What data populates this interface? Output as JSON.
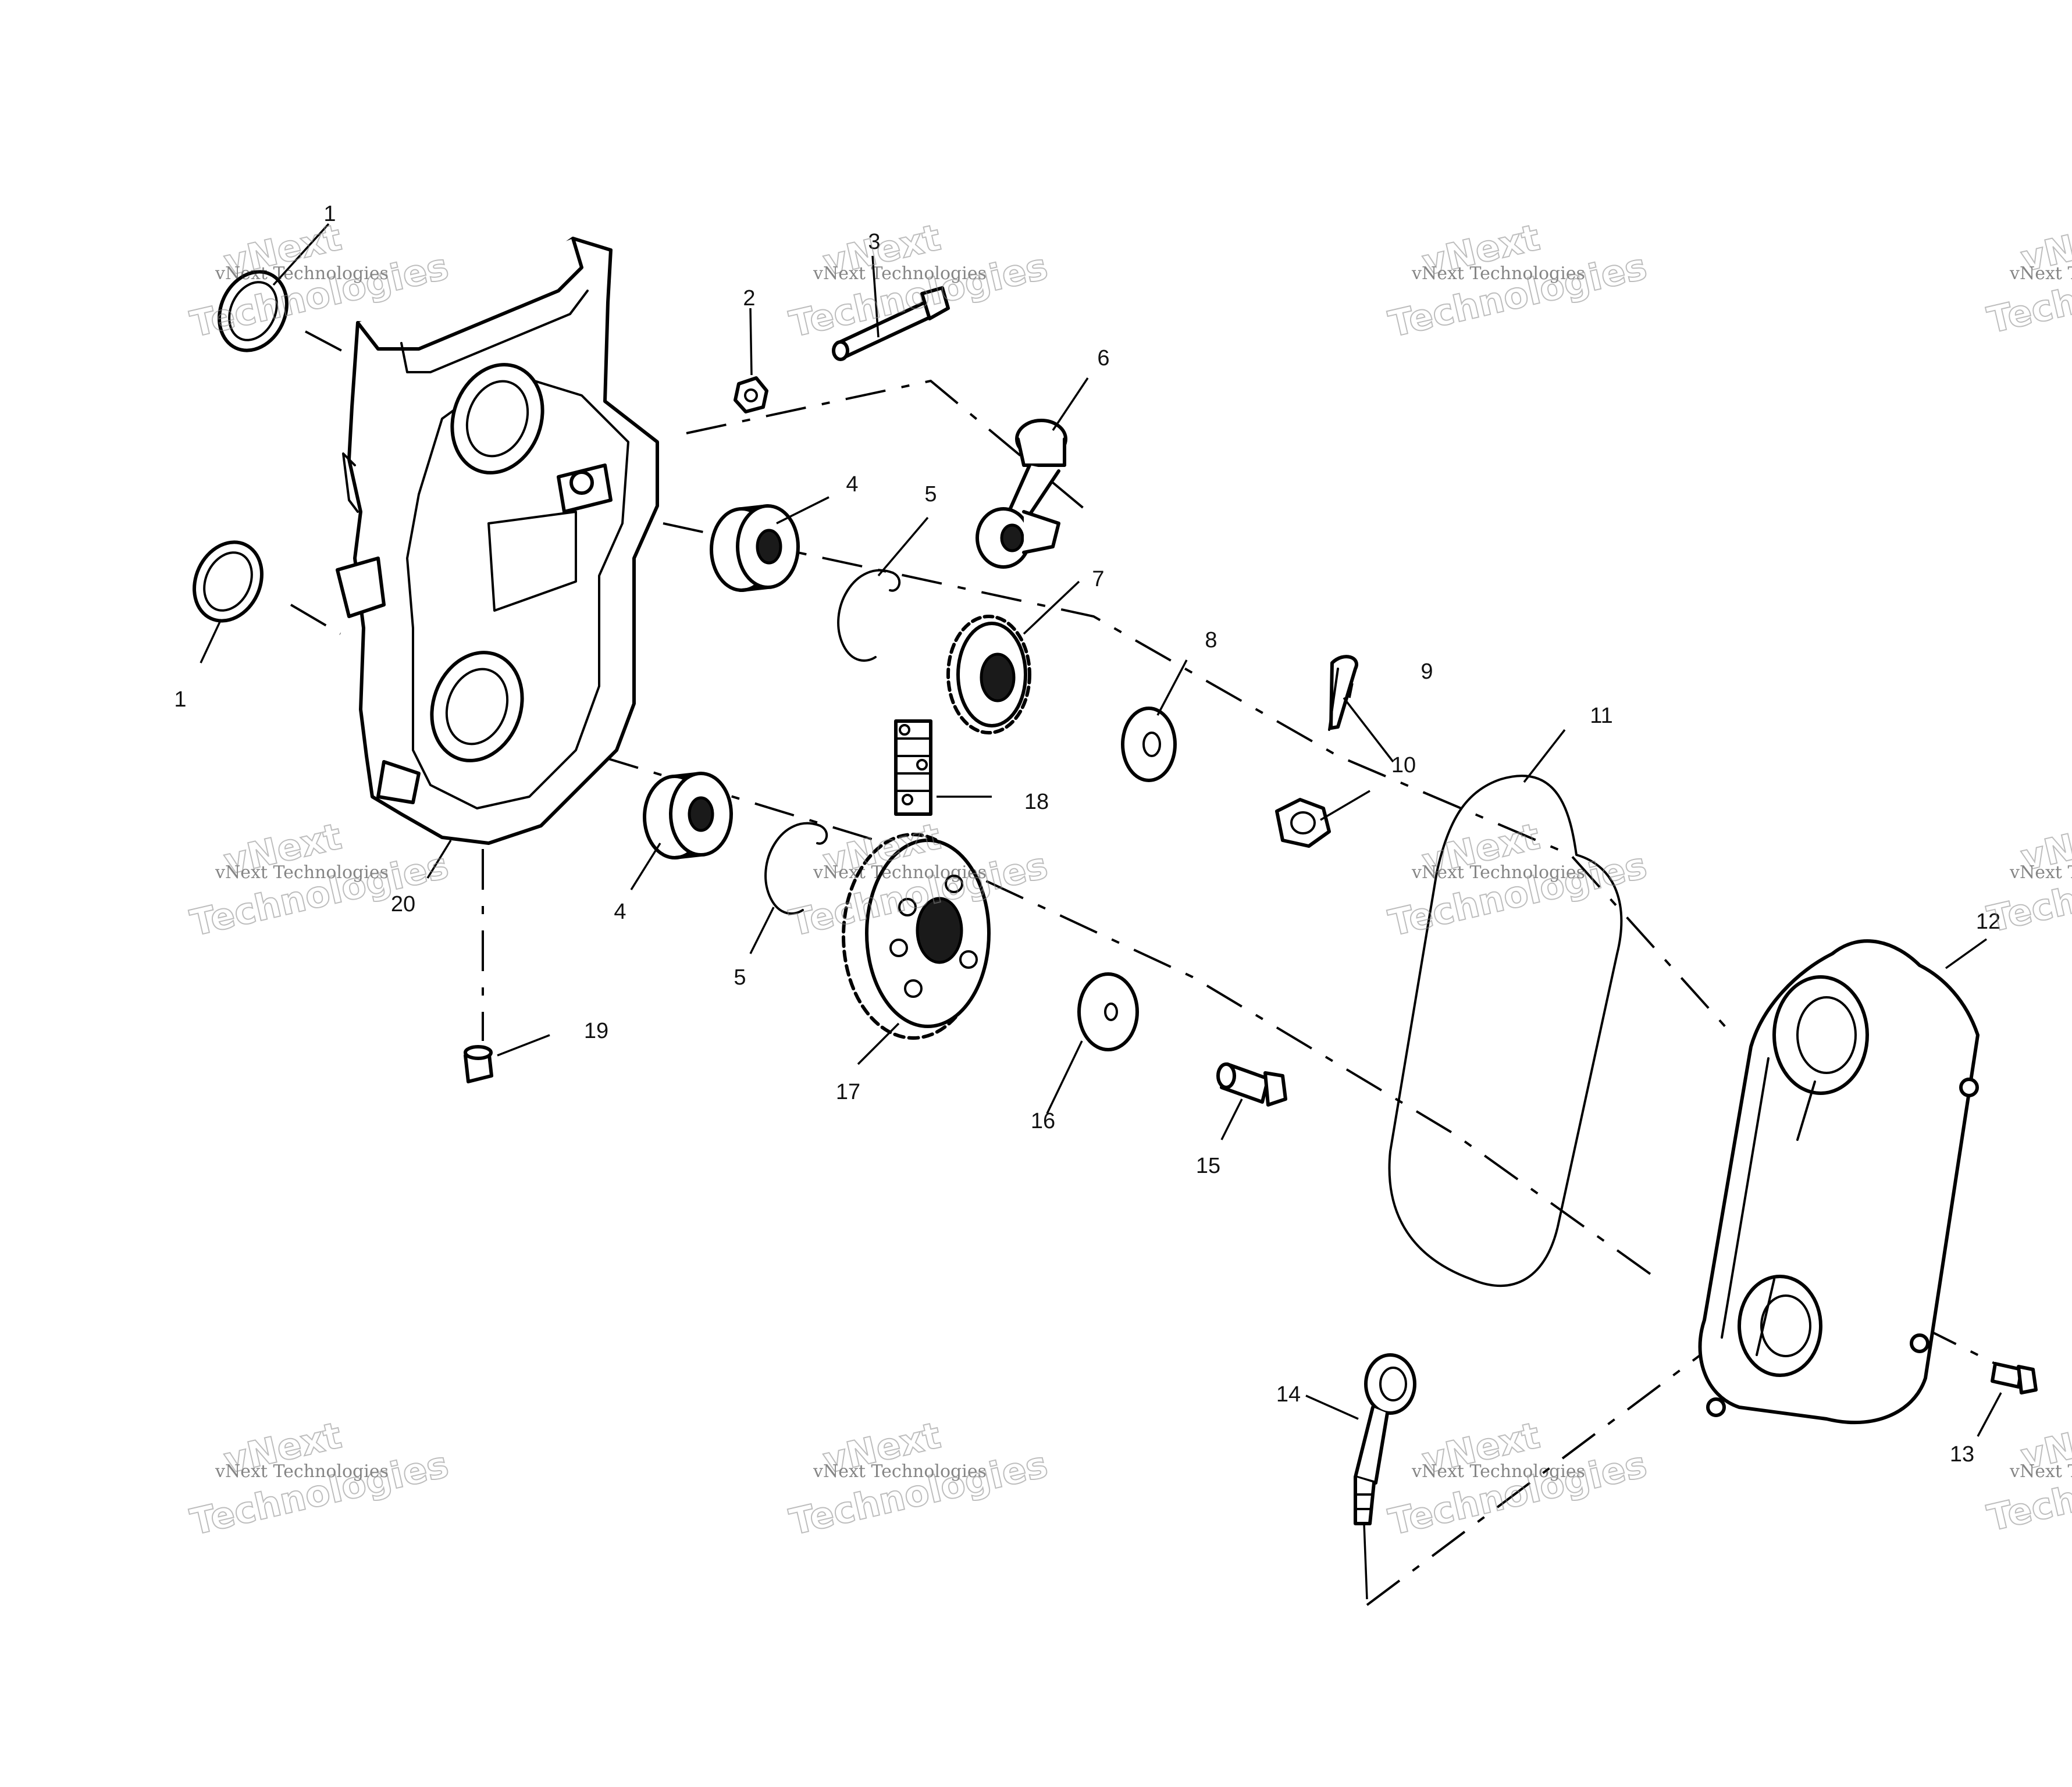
{
  "watermark": {
    "line1": "vNext Technologies",
    "line2a": "vNext",
    "line2b": "Technologies"
  },
  "labels": {
    "p1_top": "1",
    "p1_left": "1",
    "p2": "2",
    "p3": "3",
    "p4_top": "4",
    "p4_bottom": "4",
    "p5_top": "5",
    "p5_bottom": "5",
    "p6": "6",
    "p7": "7",
    "p8": "8",
    "p9": "9",
    "p10": "10",
    "p11": "11",
    "p12": "12",
    "p13": "13",
    "p14": "14",
    "p15": "15",
    "p16": "16",
    "p17": "17",
    "p18": "18",
    "p19": "19",
    "p20": "20"
  }
}
